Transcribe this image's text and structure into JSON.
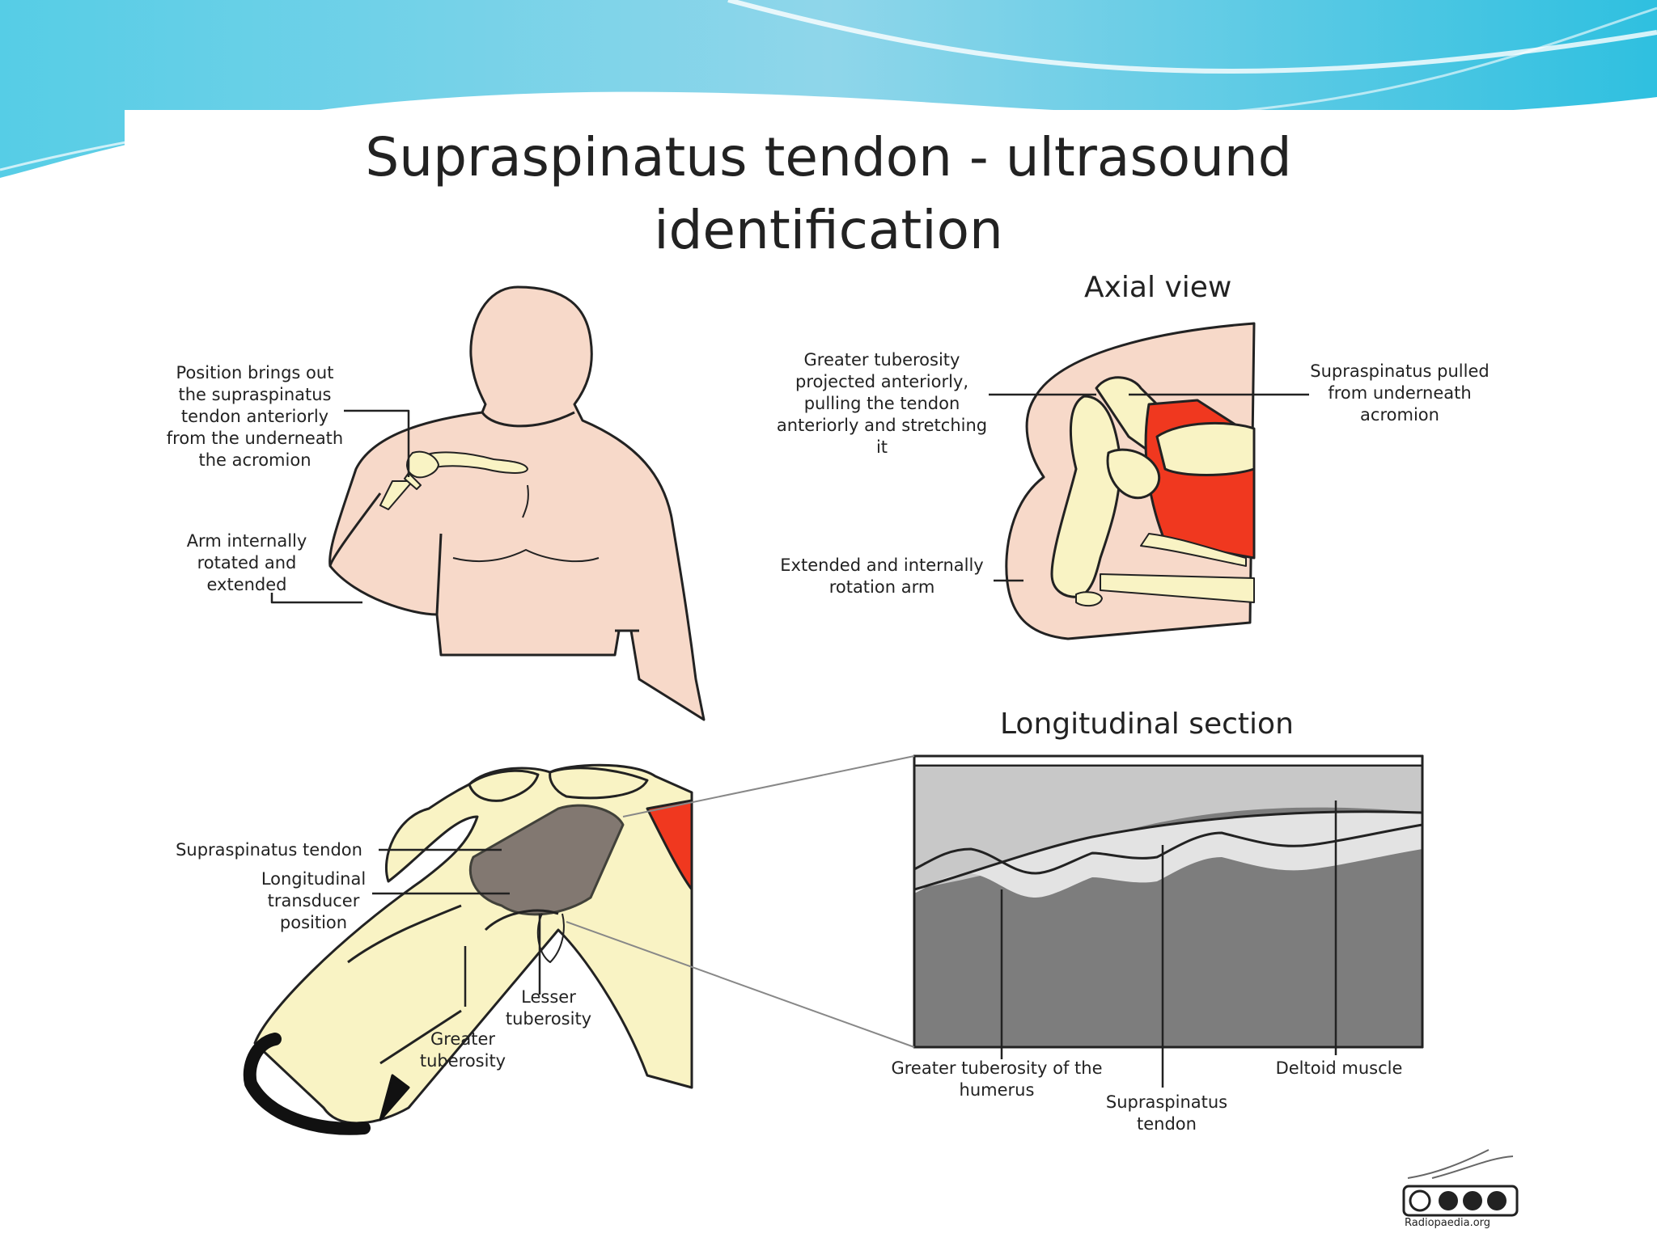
{
  "title": {
    "line1": "Supraspinatus tendon - ultrasound",
    "line2": "identification"
  },
  "sections": {
    "axial": "Axial view",
    "longitudinal": "Longitudinal section"
  },
  "labels": {
    "position": [
      "Position brings out",
      "the supraspinatus",
      "tendon anteriorly",
      "from the underneath",
      "the acromion"
    ],
    "arm_rotated": [
      "Arm internally",
      "rotated and",
      "extended"
    ],
    "greater_tub_proj": [
      "Greater tuberosity",
      "projected anteriorly,",
      "pulling the tendon",
      "anteriorly and stretching",
      "it"
    ],
    "supra_pulled": [
      "Supraspinatus pulled",
      "from underneath",
      "acromion"
    ],
    "extended_arm": [
      "Extended and internally",
      "rotation arm"
    ],
    "supra_tendon": [
      "Supraspinatus tendon"
    ],
    "long_transducer": [
      "Longitudinal",
      "transducer",
      "position"
    ],
    "lesser_tub": [
      "Lesser",
      "tuberosity"
    ],
    "greater_tub": [
      "Greater",
      "tuberosity"
    ],
    "gt_humerus": [
      "Greater tuberosity of the",
      "humerus"
    ],
    "supra_tendon2": [
      "Supraspinatus",
      "tendon"
    ],
    "deltoid": [
      "Deltoid muscle"
    ]
  },
  "logo_text": "Radiopaedia.org",
  "colors": {
    "skin": "#f7d9c9",
    "bone": "#f9f3c4",
    "muscle": "#f0381f",
    "outline": "#222222",
    "us_dark": "#7d7d7d",
    "us_mid": "#c8c8c8",
    "us_light": "#e3e3e3",
    "accent_wave": "#7fd3ea"
  }
}
